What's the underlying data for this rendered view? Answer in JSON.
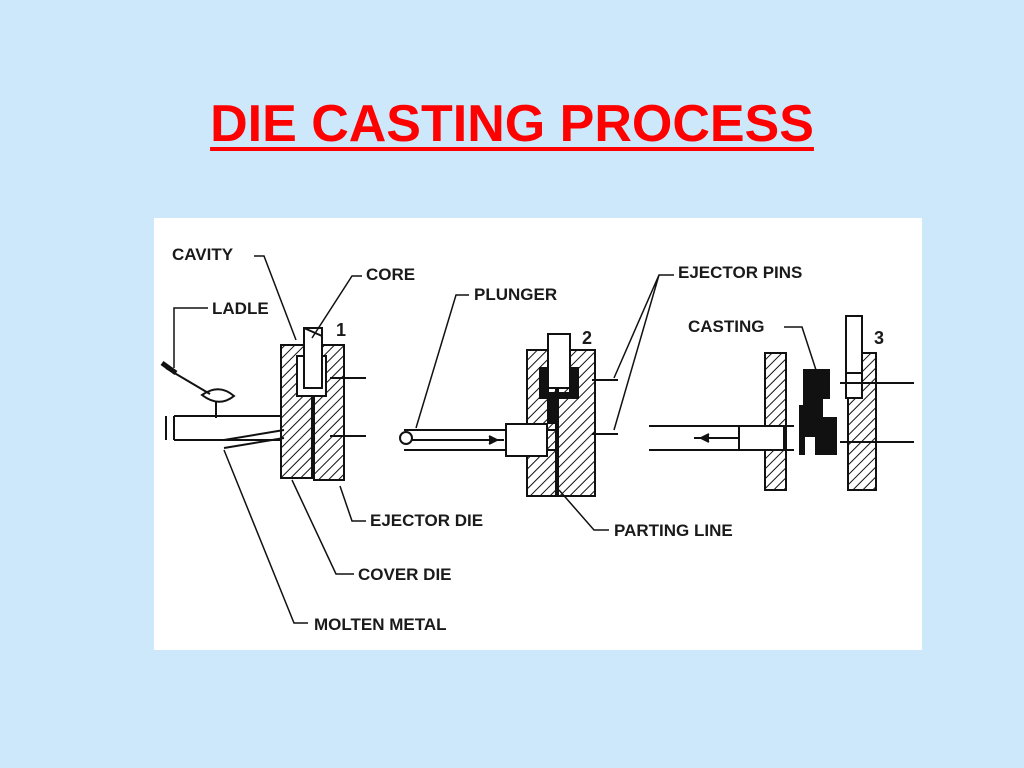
{
  "slide": {
    "title": "DIE CASTING PROCESS"
  },
  "diagram": {
    "labels": {
      "cavity": "CAVITY",
      "ladle": "LADLE",
      "core": "CORE",
      "plunger": "PLUNGER",
      "ejector_pins": "EJECTOR PINS",
      "casting": "CASTING",
      "ejector_die": "EJECTOR DIE",
      "parting_line": "PARTING LINE",
      "cover_die": "COVER DIE",
      "molten_metal": "MOLTEN METAL"
    },
    "steps": [
      "1",
      "2",
      "3"
    ]
  }
}
